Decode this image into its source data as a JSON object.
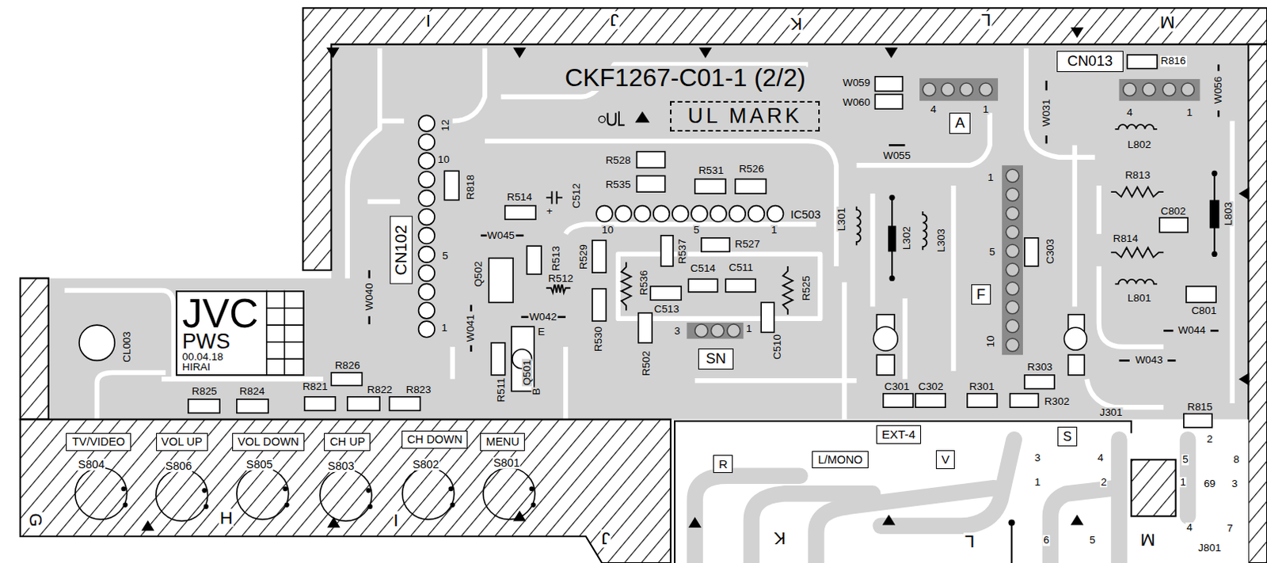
{
  "diagram": {
    "title": "CKF1267-C01-1 (2/2)",
    "nodes": [
      {
        "text": [
          "CN013"
        ]
      },
      {
        "text": [
          "A"
        ]
      },
      {
        "text": [
          "UL MARK"
        ]
      },
      {
        "text": [
          "CN102"
        ]
      },
      {
        "text": [
          "F"
        ]
      },
      {
        "text": [
          "JVC",
          "PWS",
          "00.04.18",
          "HIRAI"
        ]
      },
      {
        "text": [
          "SN"
        ]
      },
      {
        "text": [
          "TV/VIDEO"
        ]
      },
      {
        "text": [
          "VOL UP"
        ]
      },
      {
        "text": [
          "VOL DOWN"
        ]
      },
      {
        "text": [
          "CH UP"
        ]
      },
      {
        "text": [
          "CH DOWN"
        ]
      },
      {
        "text": [
          "MENU"
        ]
      },
      {
        "text": [
          "EXT-4"
        ]
      },
      {
        "text": [
          "S"
        ]
      },
      {
        "text": [
          "R"
        ]
      },
      {
        "text": [
          "L/MONO"
        ]
      },
      {
        "text": [
          "V"
        ]
      }
    ],
    "labels": [
      "I",
      "J",
      "K",
      "L",
      "M",
      "G",
      "H",
      "I",
      "J",
      "K",
      "L",
      "M",
      "W059",
      "W060",
      "4",
      "1",
      "W055",
      "W031",
      "R816",
      "4",
      "1",
      "W056",
      "L802",
      "R813",
      "C802",
      "L803",
      "R814",
      "L801",
      "C801",
      "W044",
      "W043",
      "R815",
      "2",
      "J301",
      "3",
      "4",
      "1",
      "2",
      "5",
      "8",
      "1",
      "69",
      "3",
      "4",
      "7",
      "6",
      "5",
      "J801",
      "C303",
      "1",
      "5",
      "10",
      "L301",
      "L302",
      "L303",
      "C301",
      "C302",
      "R301",
      "R303",
      "R302",
      "IC503",
      "10",
      "5",
      "1",
      "R528",
      "R535",
      "R531",
      "R526",
      "R527",
      "R537",
      "R529",
      "R536",
      "R525",
      "C514",
      "C511",
      "C513",
      "C510",
      "3",
      "1",
      "R502",
      "R530",
      "12",
      "10",
      "5",
      "1",
      "R818",
      "R514",
      "C512",
      "+",
      "W045",
      "Q502",
      "R513",
      "R512",
      "W040",
      "W041",
      "W042",
      "Q501",
      "E",
      "B",
      "R511",
      "CL003",
      "R826",
      "R825",
      "R824",
      "R821",
      "R822",
      "R823",
      "S804",
      "S806",
      "S805",
      "S803",
      "S802",
      "S801"
    ]
  }
}
